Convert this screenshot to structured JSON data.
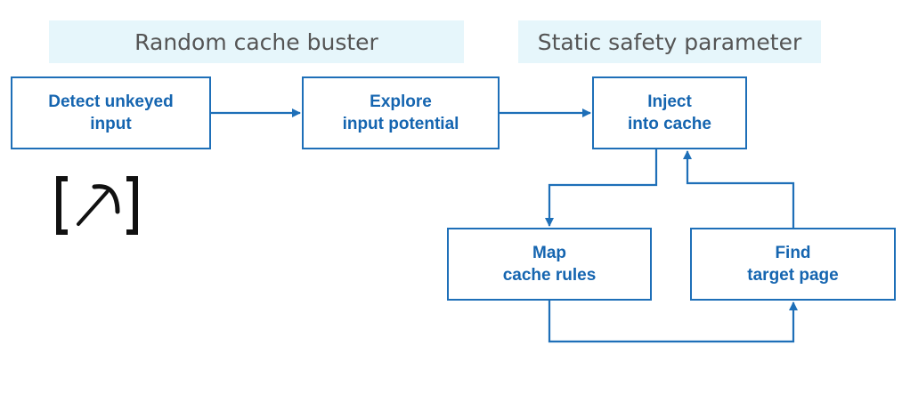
{
  "banners": {
    "left": "Random cache buster",
    "right": "Static safety parameter"
  },
  "steps": {
    "detect": {
      "line1": "Detect unkeyed",
      "line2": "input"
    },
    "explore": {
      "line1": "Explore",
      "line2": "input potential"
    },
    "inject": {
      "line1": "Inject",
      "line2": "into cache"
    },
    "map": {
      "line1": "Map",
      "line2": "cache rules"
    },
    "find": {
      "line1": "Find",
      "line2": "target page"
    }
  },
  "icons": {
    "tool": "pickaxe-icon"
  },
  "colors": {
    "box_border": "#1e6fb8",
    "box_text": "#1565b0",
    "arrow": "#1e6fb8",
    "banner_bg": "#e6f6fb",
    "banner_text": "#555555",
    "icon": "#111111"
  }
}
